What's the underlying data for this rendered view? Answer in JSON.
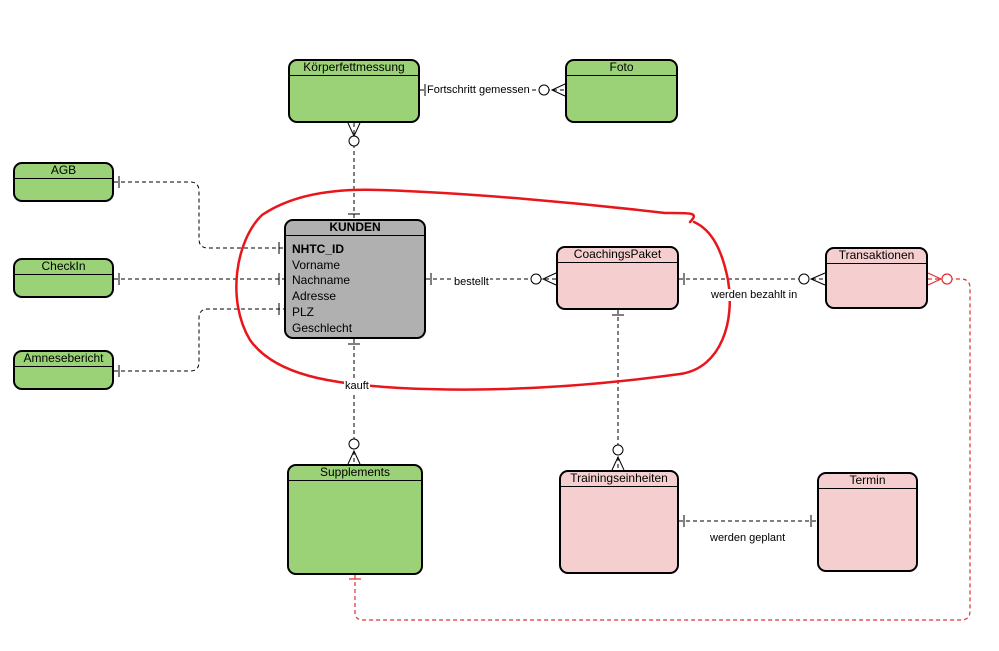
{
  "colors": {
    "green": "#9bd177",
    "pink": "#f5cfcf",
    "gray": "#b0b0b0",
    "annotation_red": "#e8161b",
    "red_relation": "#e03030"
  },
  "entities": {
    "koerperfettmessung": {
      "title": "Körperfettmessung"
    },
    "foto": {
      "title": "Foto"
    },
    "agb": {
      "title": "AGB"
    },
    "checkin": {
      "title": "CheckIn"
    },
    "amnesebericht": {
      "title": "Amnesebericht"
    },
    "kunden": {
      "title": "KUNDEN",
      "attributes": [
        "NHTC_ID",
        "Vorname",
        "Nachname",
        "Adresse",
        "PLZ",
        "Geschlecht"
      ]
    },
    "coachingspaket": {
      "title": "CoachingsPaket"
    },
    "transaktionen": {
      "title": "Transaktionen"
    },
    "supplements": {
      "title": "Supplements"
    },
    "trainingseinheiten": {
      "title": "Trainingseinheiten"
    },
    "termin": {
      "title": "Termin"
    }
  },
  "relationships": {
    "fortschritt": "Fortschritt gemessen",
    "bestellt": "bestellt",
    "bezahlt": "werden bezahlt in",
    "kauft": "kauft",
    "geplant": "werden geplant"
  }
}
